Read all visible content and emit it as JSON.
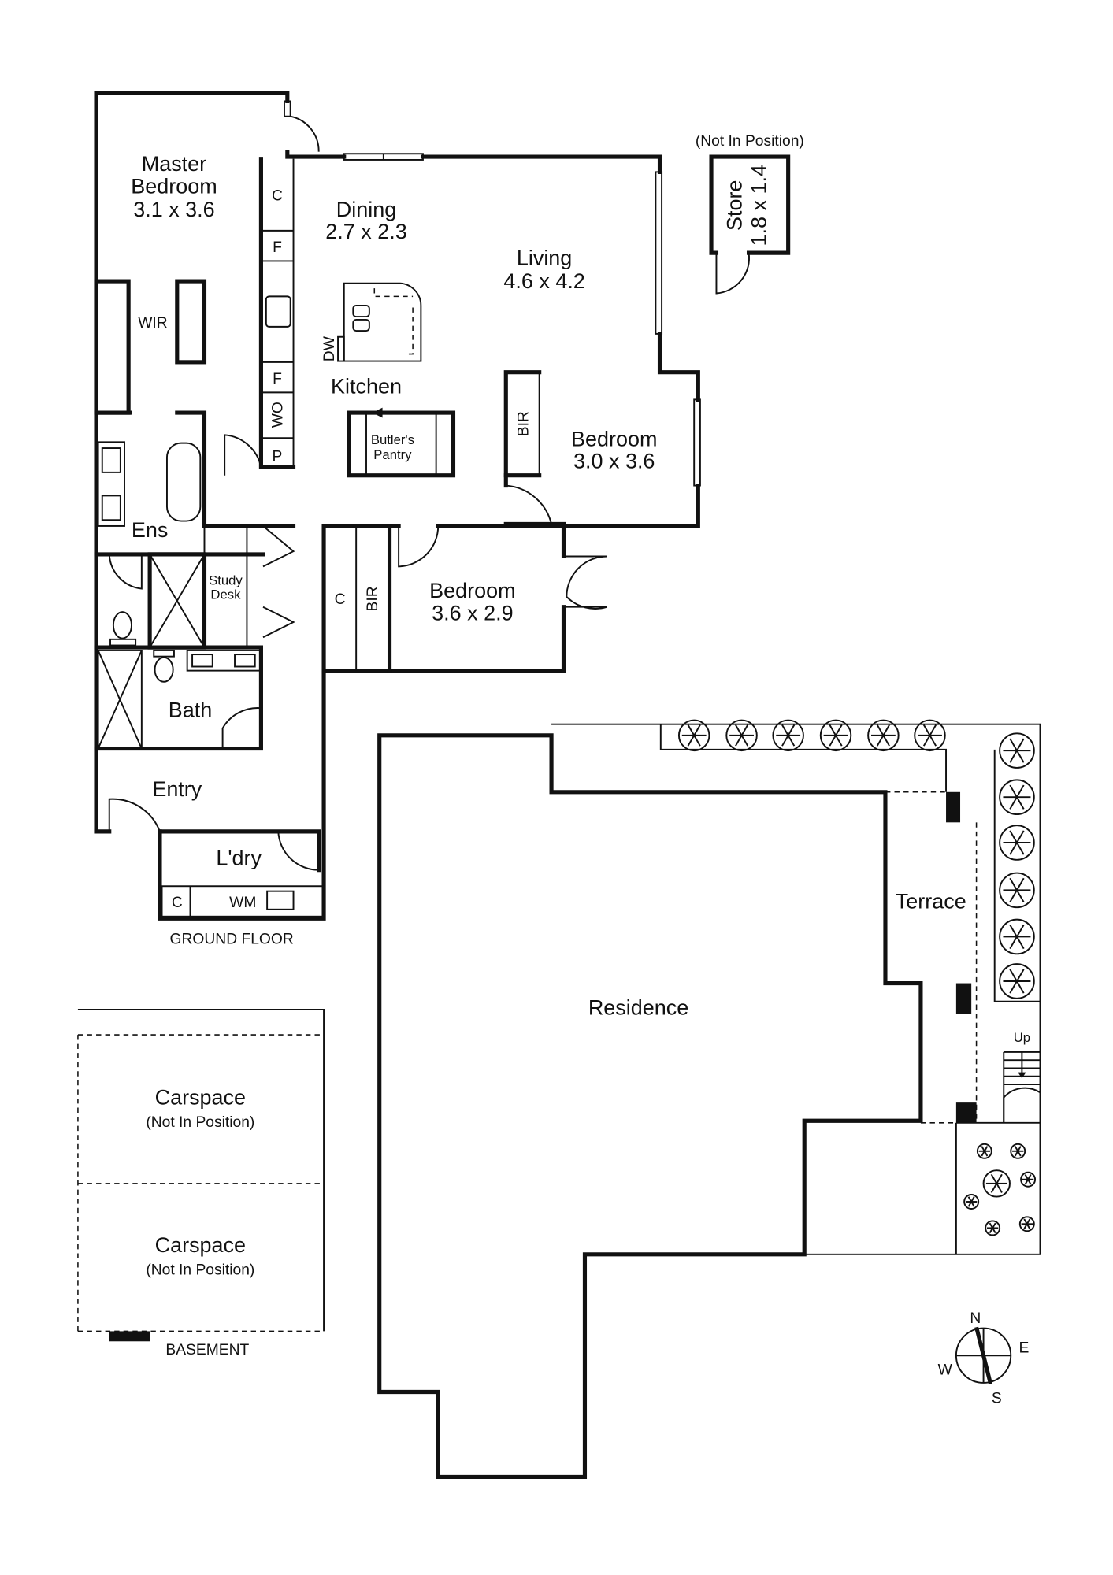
{
  "ground_floor": {
    "title": "GROUND FLOOR",
    "rooms": {
      "master_bedroom": {
        "name1": "Master",
        "name2": "Bedroom",
        "size": "3.1 x 3.6"
      },
      "dining": {
        "name": "Dining",
        "size": "2.7 x 2.3"
      },
      "living": {
        "name": "Living",
        "size": "4.6 x 4.2"
      },
      "kitchen": {
        "name": "Kitchen"
      },
      "butlers_pantry": {
        "name1": "Butler's",
        "name2": "Pantry"
      },
      "bedroom_east": {
        "name": "Bedroom",
        "size": "3.0 x 3.6"
      },
      "bedroom_south": {
        "name": "Bedroom",
        "size": "3.6 x 2.9"
      },
      "wir": "WIR",
      "ensuite": "Ens",
      "study": {
        "name1": "Study",
        "name2": "Desk"
      },
      "bath": "Bath",
      "entry": "Entry",
      "laundry": "L'dry"
    },
    "fixtures": {
      "c": "C",
      "f": "F",
      "wo": "WO",
      "p": "P",
      "dw": "DW",
      "bir": "BIR",
      "wm": "WM"
    }
  },
  "store": {
    "note": "(Not In Position)",
    "name": "Store",
    "size": "1.8 x 1.4"
  },
  "outdoor": {
    "residence": "Residence",
    "terrace": "Terrace",
    "up": "Up"
  },
  "basement": {
    "title": "BASEMENT",
    "carspaces": [
      {
        "name": "Carspace",
        "note": "(Not In Position)"
      },
      {
        "name": "Carspace",
        "note": "(Not In Position)"
      }
    ]
  },
  "compass": {
    "n": "N",
    "e": "E",
    "s": "S",
    "w": "W"
  }
}
